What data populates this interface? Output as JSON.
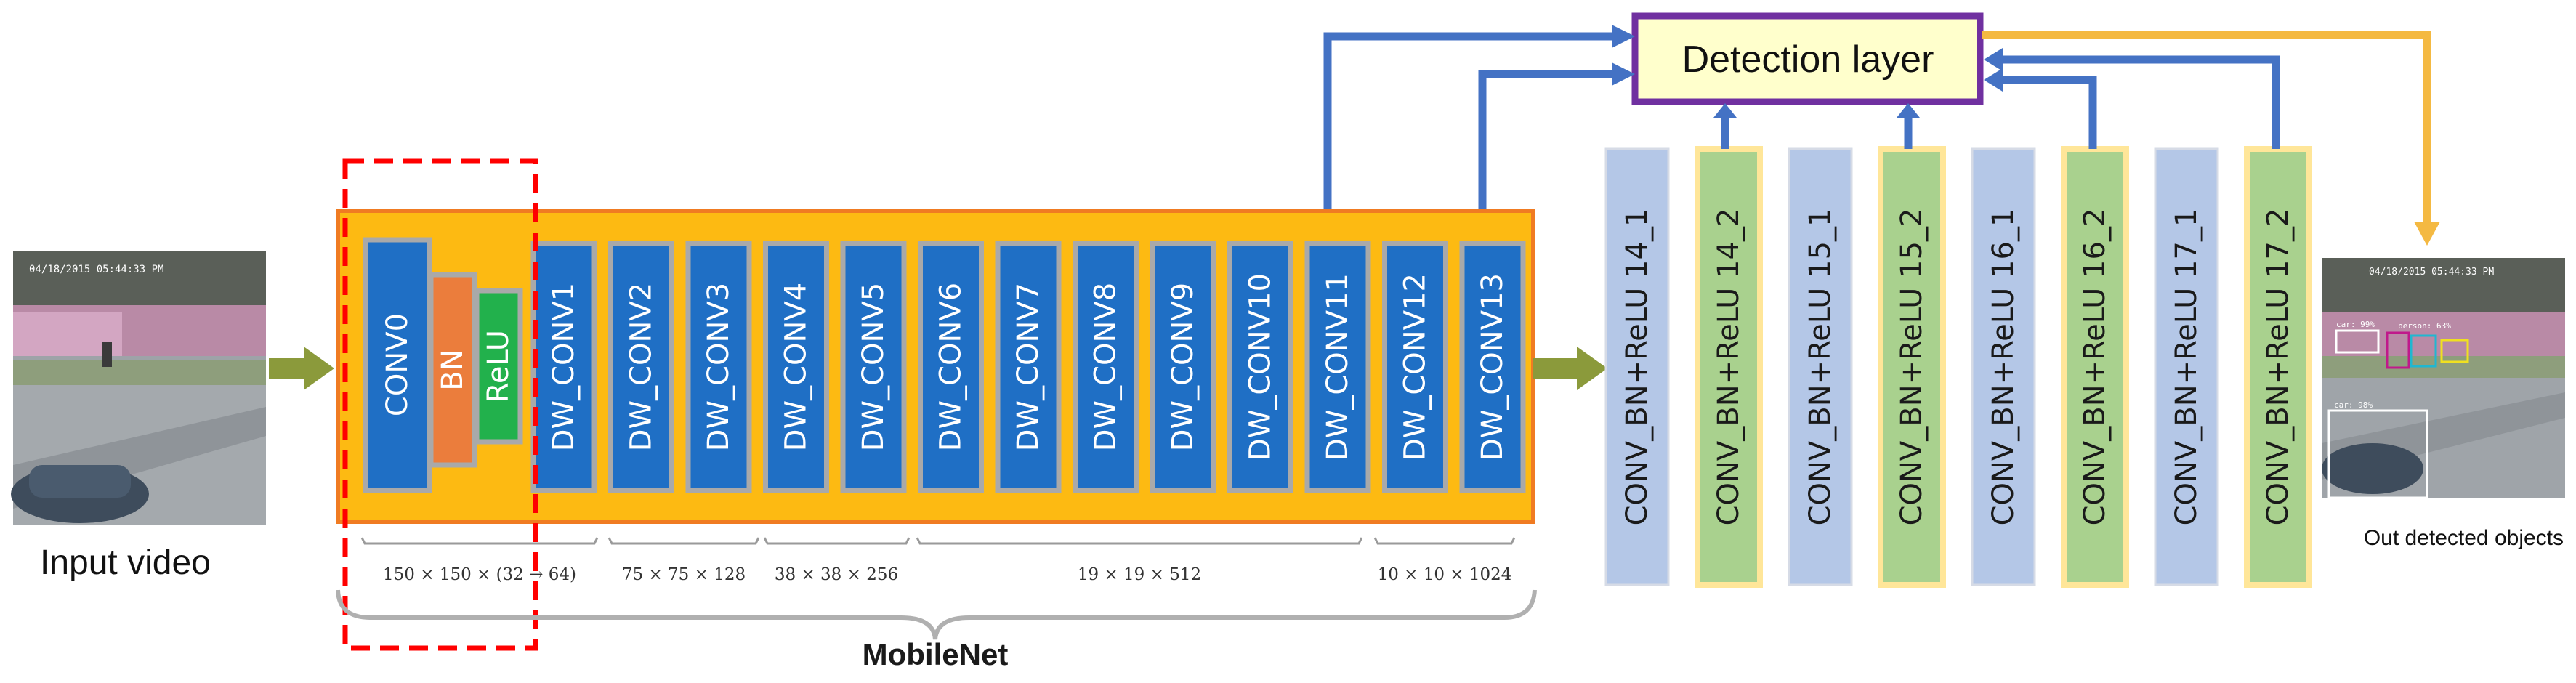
{
  "input": {
    "label": "Input video",
    "timestamp": "04/18/2015 05:44:33 PM"
  },
  "output": {
    "label": "Out detected objects",
    "timestamp": "04/18/2015 05:44:33 PM",
    "tags": [
      "car: 99%",
      "person: 63%",
      "car: 98%"
    ]
  },
  "mobilenet": {
    "label": "MobileNet",
    "first_block": [
      "CONV0",
      "BN",
      "ReLU"
    ],
    "layers": [
      "DW_CONV1",
      "DW_CONV2",
      "DW_CONV3",
      "DW_CONV4",
      "DW_CONV5",
      "DW_CONV6",
      "DW_CONV7",
      "DW_CONV8",
      "DW_CONV9",
      "DW_CONV10",
      "DW_CONV11",
      "DW_CONV12",
      "DW_CONV13"
    ],
    "dims": [
      "150 × 150 × (32 → 64)",
      "75 × 75 × 128",
      "38 × 38 × 256",
      "19 × 19 × 512",
      "10 × 10 × 1024"
    ]
  },
  "extra_layers": [
    "CONV_BN+ReLU 14_1",
    "CONV_BN+ReLU 14_2",
    "CONV_BN+ReLU 15_1",
    "CONV_BN+ReLU 15_2",
    "CONV_BN+ReLU 16_1",
    "CONV_BN+ReLU 16_2",
    "CONV_BN+ReLU 17_1",
    "CONV_BN+ReLU 17_2"
  ],
  "detection": {
    "label": "Detection layer"
  },
  "colors": {
    "mobilenet_bg": "#FDBA12",
    "mobilenet_border": "#F07B22",
    "conv_blue": "#1F6FC5",
    "bn_orange": "#EB7D3C",
    "relu_green": "#22B14C",
    "layer_lavender": "#B4C7E7",
    "layer_green": "#A9D18E",
    "layer_green_border": "#FFE699",
    "detection_fill": "#FFFFCC",
    "detection_border": "#7030A0",
    "arrow_blue": "#4472C4",
    "arrow_orange": "#F4B942",
    "arrow_olive": "#8B9A3B",
    "highlight_red": "#FF0000"
  }
}
